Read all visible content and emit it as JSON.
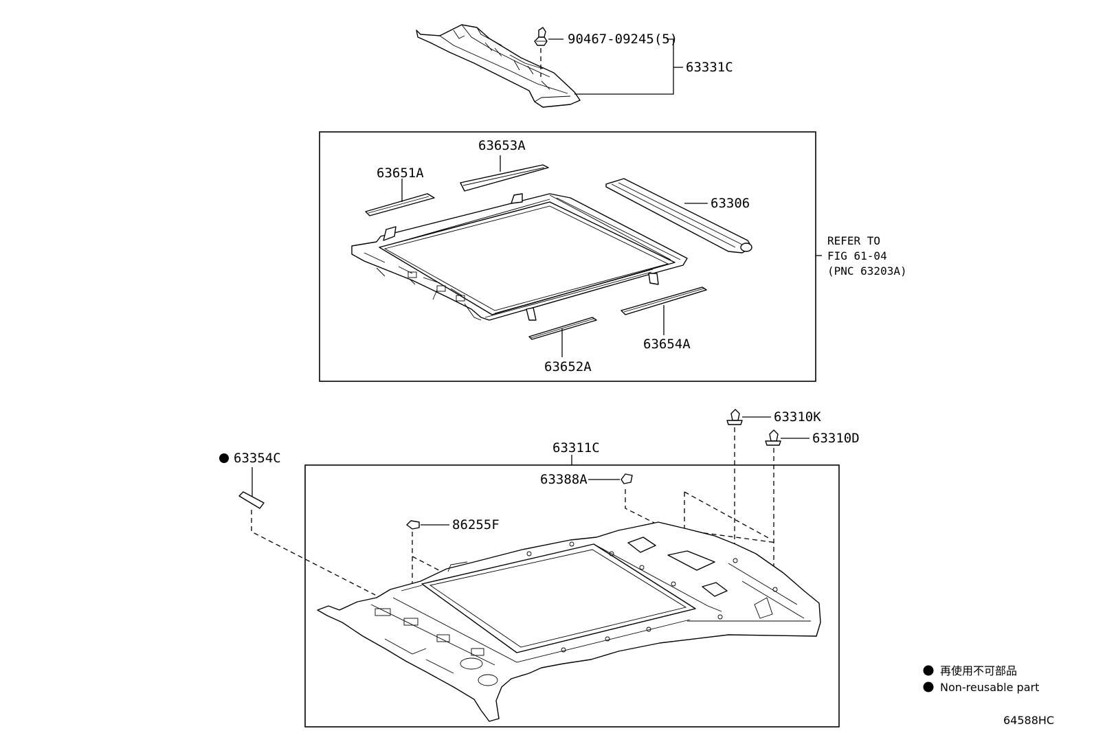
{
  "labels": {
    "clip_90467": "90467-09245(5)",
    "p63331C": "63331C",
    "p63653A": "63653A",
    "p63651A": "63651A",
    "p63306": "63306",
    "p63654A": "63654A",
    "p63652A": "63652A",
    "p63310K": "63310K",
    "p63310D": "63310D",
    "p63354C": "63354C",
    "p63311C": "63311C",
    "p63388A": "63388A",
    "p86255F": "86255F"
  },
  "refer": {
    "line1": "REFER TO",
    "line2": "FIG 61-04",
    "line3": "(PNC 63203A)"
  },
  "legend": {
    "jp": "再使用不可部品",
    "en": "Non-reusable part"
  },
  "figure_id": "64588HC"
}
